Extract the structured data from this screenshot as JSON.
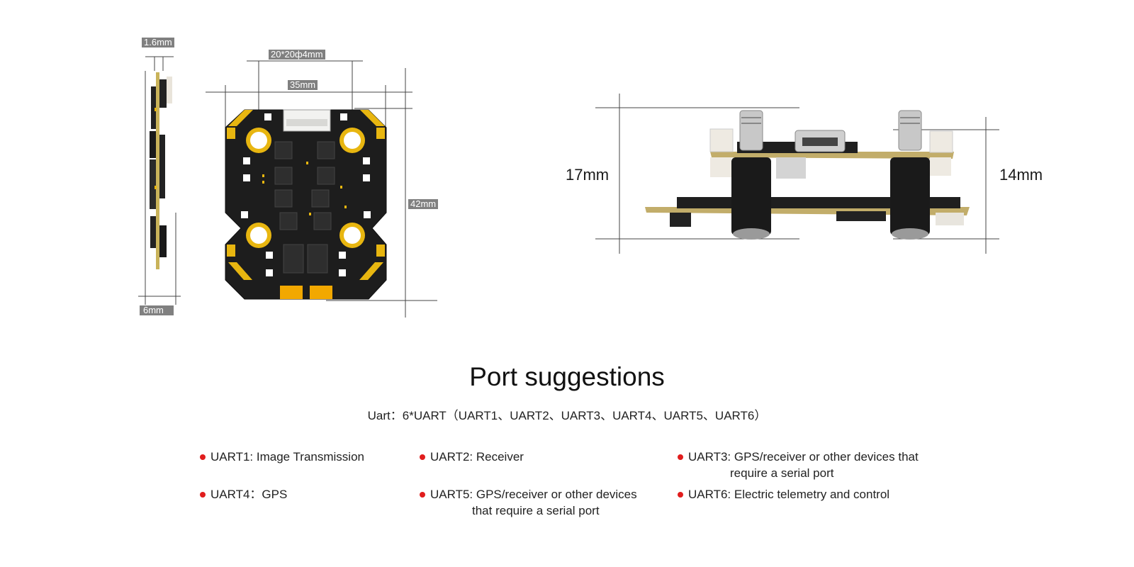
{
  "dimensions": {
    "pcb_thickness": "1.6mm",
    "mount_pattern": "20*20ф4mm",
    "board_width": "35mm",
    "board_length": "42mm",
    "side_height": "6mm",
    "stack_total_height": "17mm",
    "stack_height": "14mm"
  },
  "section": {
    "title": "Port suggestions",
    "subtitle": "Uart：6*UART（UART1、UART2、UART3、UART4、UART5、UART6）"
  },
  "ports": [
    {
      "line1": "UART1: Image Transmission",
      "line2": ""
    },
    {
      "line1": "UART2: Receiver",
      "line2": ""
    },
    {
      "line1": "UART3: GPS/receiver or other devices that",
      "line2": "require a serial port"
    },
    {
      "line1": "UART4：GPS",
      "line2": ""
    },
    {
      "line1": "UART5: GPS/receiver or other devices",
      "line2": "that require a serial port"
    },
    {
      "line1": "UART6: Electric telemetry and control",
      "line2": ""
    }
  ],
  "colors": {
    "bullet": "#e11d1d",
    "pcb": "#1c1c1c",
    "gold": "#e8b610",
    "dimension_tag": "#808080"
  }
}
